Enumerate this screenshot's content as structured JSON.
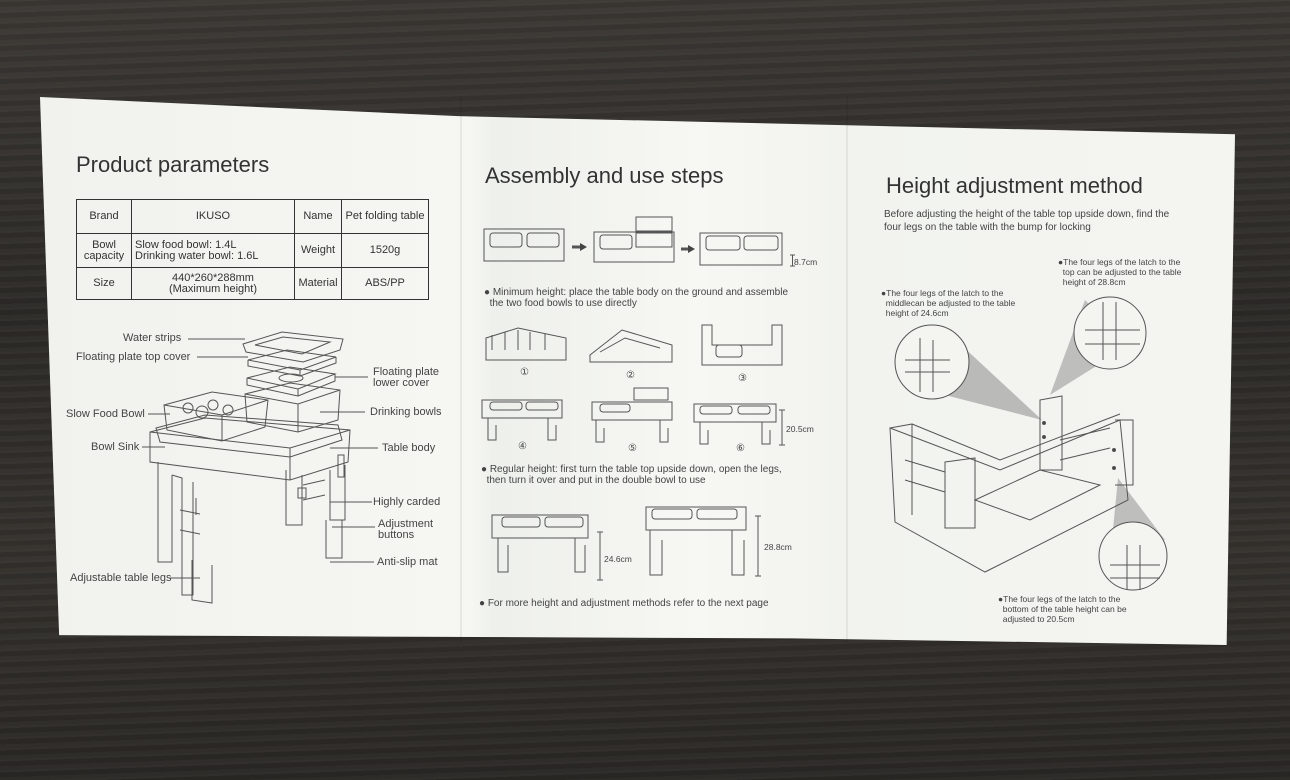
{
  "panels": {
    "parameters": {
      "title": "Product parameters",
      "table": {
        "brand_label": "Brand",
        "brand_value": "IKUSO",
        "name_label": "Name",
        "name_value": "Pet folding table",
        "bowl_capacity_label": [
          "Bowl",
          "capacity"
        ],
        "bowl_capacity_value": [
          "Slow food bowl: 1.4L",
          "Drinking water bowl: 1.6L"
        ],
        "weight_label": "Weight",
        "weight_value": "1520g",
        "size_label": "Size",
        "size_value": [
          "440*260*288mm",
          "(Maximum height)"
        ],
        "material_label": "Material",
        "material_value": "ABS/PP"
      },
      "diagram_labels": {
        "water_strips": "Water strips",
        "floating_top": "Floating plate top cover",
        "floating_lower": [
          "Floating plate",
          "lower cover"
        ],
        "slow_food_bowl": "Slow Food Bowl",
        "drinking_bowls": "Drinking bowls",
        "bowl_sink": "Bowl Sink",
        "table_body": "Table body",
        "highly_carded": "Highly carded",
        "adjustment_buttons": [
          "Adjustment",
          "buttons"
        ],
        "anti_slip_mat": "Anti-slip mat",
        "adjustable_legs": "Adjustable table legs"
      }
    },
    "assembly": {
      "title": "Assembly and use steps",
      "dim_min": "8.7cm",
      "step_min": [
        "Minimum height: place the table body on the ground and assemble",
        "the two food bowls to use directly"
      ],
      "step_numbers": [
        "①",
        "②",
        "③",
        "④",
        "⑤",
        "⑥"
      ],
      "dim_low": "20.5cm",
      "step_regular": [
        "Regular height: first turn the table top upside down, open the legs,",
        "then turn it over and put in the double bowl to use"
      ],
      "dim_mid": "24.6cm",
      "dim_high": "28.8cm",
      "step_more": "For more height and adjustment methods refer to the next page"
    },
    "height": {
      "title": "Height adjustment method",
      "intro": [
        "Before adjusting the height of the table top upside down, find the",
        "four legs on the table with the bump for locking"
      ],
      "note_high": [
        "The four legs of the latch to the",
        "top can be adjusted to the table",
        "height of 28.8cm"
      ],
      "note_mid": [
        "The four legs of the latch to the",
        "middlecan be adjusted to the table",
        "height of 24.6cm"
      ],
      "note_low": [
        "The four legs of the latch to the",
        "bottom of the table height can be",
        "adjusted to 20.5cm"
      ]
    }
  }
}
